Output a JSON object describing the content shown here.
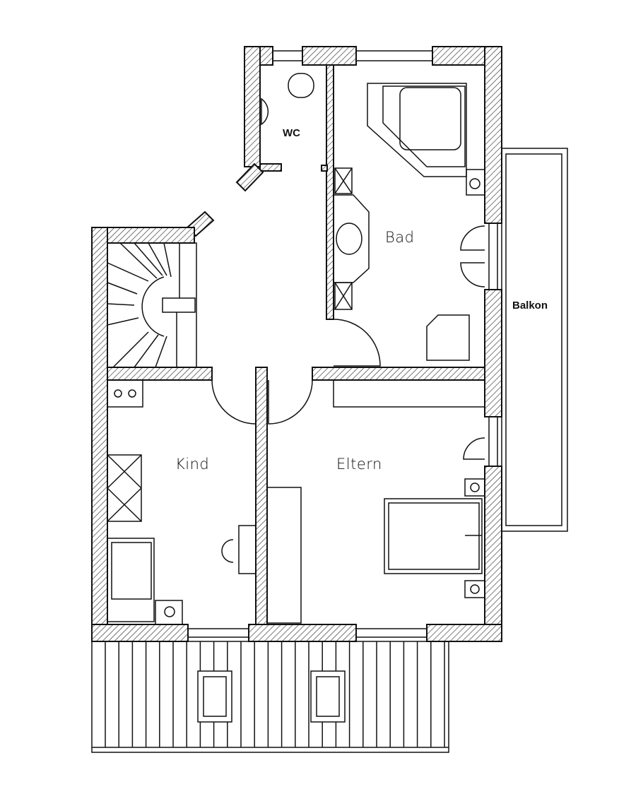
{
  "plan": {
    "rooms": {
      "wc": "WC",
      "bad": "Bad",
      "balkon": "Balkon",
      "kind": "Kind",
      "eltern": "Eltern"
    },
    "colors": {
      "line": "#111111",
      "background": "#ffffff"
    }
  }
}
